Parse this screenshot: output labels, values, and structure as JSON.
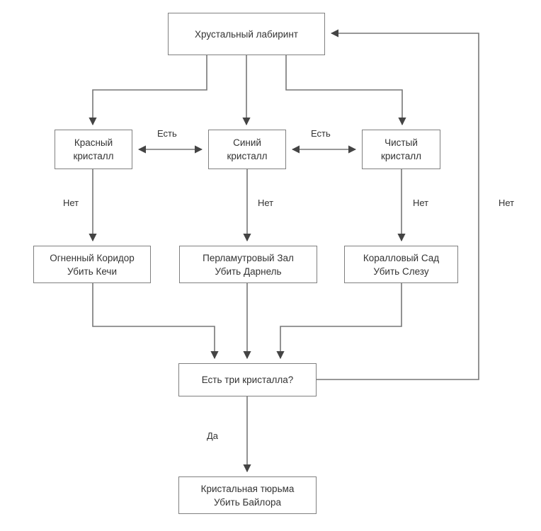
{
  "diagram": {
    "title": "Хрустальный лабиринт",
    "type": "flowchart",
    "language": "ru",
    "colors": {
      "node_border": "#808080",
      "node_fill": "#ffffff",
      "edge": "#666666",
      "text": "#333333",
      "background": "#ffffff"
    },
    "nodes": {
      "maze": {
        "label": "Хрустальный лабиринт"
      },
      "red_crystal": {
        "line1": "Красный",
        "line2": "кристалл"
      },
      "blue_crystal": {
        "line1": "Синий",
        "line2": "кристалл"
      },
      "clear_crystal": {
        "line1": "Чистый",
        "line2": "кристалл"
      },
      "fire_corridor": {
        "line1": "Огненный Коридор",
        "line2": "Убить Кечи"
      },
      "pearl_hall": {
        "line1": "Перламутровый Зал",
        "line2": "Убить Дарнель"
      },
      "coral_garden": {
        "line1": "Коралловый Сад",
        "line2": "Убить Слезу"
      },
      "check_three": {
        "label": "Есть три кристалла?"
      },
      "prison": {
        "line1": "Кристальная тюрьма",
        "line2": "Убить Байлора"
      }
    },
    "edge_labels": {
      "est_left": "Есть",
      "est_right": "Есть",
      "net_red": "Нет",
      "net_blue": "Нет",
      "net_clear": "Нет",
      "net_loop": "Нет",
      "da": "Да"
    }
  }
}
